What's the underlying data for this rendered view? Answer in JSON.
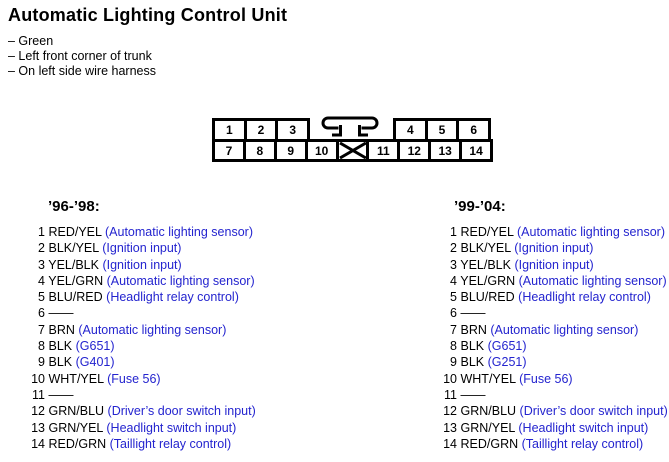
{
  "title": "Automatic Lighting Control Unit",
  "notes": [
    "– Green",
    "– Left front corner of trunk",
    "– On left side wire harness"
  ],
  "connector": {
    "top_left_pins": [
      "1",
      "2",
      "3"
    ],
    "top_right_pins": [
      "4",
      "5",
      "6"
    ],
    "bottom_left_pins": [
      "7",
      "8",
      "9",
      "10"
    ],
    "bottom_right_pins": [
      "11",
      "12",
      "13",
      "14"
    ]
  },
  "columns": [
    {
      "header": "’96-’98:",
      "pins": [
        {
          "num": "1",
          "wire": "RED/YEL",
          "desc": "(Automatic lighting sensor)"
        },
        {
          "num": "2",
          "wire": "BLK/YEL",
          "desc": "(Ignition input)"
        },
        {
          "num": "3",
          "wire": "YEL/BLK",
          "desc": "(Ignition input)"
        },
        {
          "num": "4",
          "wire": "YEL/GRN",
          "desc": "(Automatic lighting sensor)"
        },
        {
          "num": "5",
          "wire": "BLU/RED",
          "desc": "(Headlight relay control)"
        },
        {
          "num": "6",
          "wire": "——",
          "desc": ""
        },
        {
          "num": "7",
          "wire": "BRN",
          "desc": "(Automatic lighting sensor)"
        },
        {
          "num": "8",
          "wire": "BLK",
          "desc": "(G651)"
        },
        {
          "num": "9",
          "wire": "BLK",
          "desc": "(G401)"
        },
        {
          "num": "10",
          "wire": "WHT/YEL",
          "desc": "(Fuse 56)"
        },
        {
          "num": "11",
          "wire": "——",
          "desc": ""
        },
        {
          "num": "12",
          "wire": "GRN/BLU",
          "desc": "(Driver’s door switch input)"
        },
        {
          "num": "13",
          "wire": "GRN/YEL",
          "desc": "(Headlight switch input)"
        },
        {
          "num": "14",
          "wire": "RED/GRN",
          "desc": "(Taillight relay control)"
        }
      ]
    },
    {
      "header": "’99-’04:",
      "pins": [
        {
          "num": "1",
          "wire": "RED/YEL",
          "desc": "(Automatic lighting sensor)"
        },
        {
          "num": "2",
          "wire": "BLK/YEL",
          "desc": "(Ignition input)"
        },
        {
          "num": "3",
          "wire": "YEL/BLK",
          "desc": "(Ignition input)"
        },
        {
          "num": "4",
          "wire": "YEL/GRN",
          "desc": "(Automatic lighting sensor)"
        },
        {
          "num": "5",
          "wire": "BLU/RED",
          "desc": "(Headlight relay control)"
        },
        {
          "num": "6",
          "wire": "——",
          "desc": ""
        },
        {
          "num": "7",
          "wire": "BRN",
          "desc": "(Automatic lighting sensor)"
        },
        {
          "num": "8",
          "wire": "BLK",
          "desc": "(G651)"
        },
        {
          "num": "9",
          "wire": "BLK",
          "desc": "(G251)"
        },
        {
          "num": "10",
          "wire": "WHT/YEL",
          "desc": "(Fuse 56)"
        },
        {
          "num": "11",
          "wire": "——",
          "desc": ""
        },
        {
          "num": "12",
          "wire": "GRN/BLU",
          "desc": "(Driver’s door switch input)"
        },
        {
          "num": "13",
          "wire": "GRN/YEL",
          "desc": "(Headlight switch input)"
        },
        {
          "num": "14",
          "wire": "RED/GRN",
          "desc": "(Taillight relay control)"
        }
      ]
    }
  ],
  "colors": {
    "description_blue": "#2424cf",
    "text_black": "#000000",
    "background": "#ffffff"
  }
}
